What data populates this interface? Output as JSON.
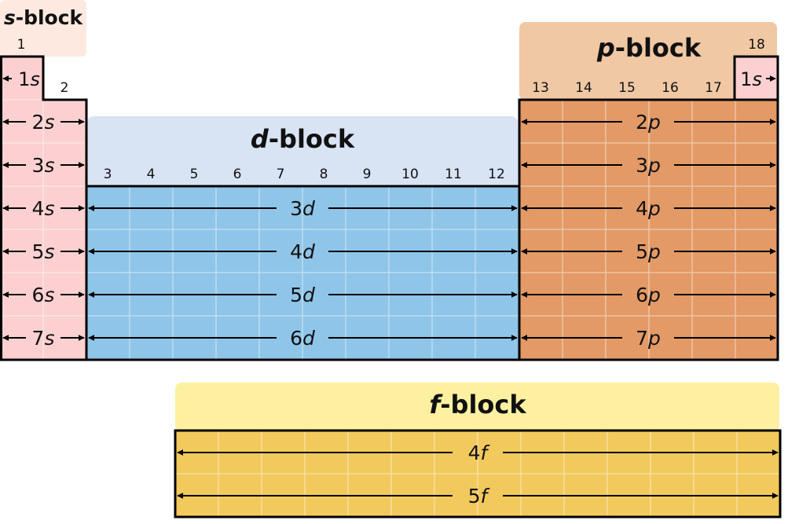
{
  "blocks": {
    "s": {
      "letter": "s",
      "suffix": "-block"
    },
    "p": {
      "letter": "p",
      "suffix": "-block"
    },
    "d": {
      "letter": "d",
      "suffix": "-block"
    },
    "f": {
      "letter": "f",
      "suffix": "-block"
    }
  },
  "groups": {
    "g1": "1",
    "g2": "2",
    "g3": "3",
    "g4": "4",
    "g5": "5",
    "g6": "6",
    "g7": "7",
    "g8": "8",
    "g9": "9",
    "g10": "10",
    "g11": "11",
    "g12": "12",
    "g13": "13",
    "g14": "14",
    "g15": "15",
    "g16": "16",
    "g17": "17",
    "g18": "18"
  },
  "orbitals": {
    "s_h": {
      "n": "1",
      "l": "s"
    },
    "s_he": {
      "n": "1",
      "l": "s"
    },
    "s2": {
      "n": "2",
      "l": "s"
    },
    "s3": {
      "n": "3",
      "l": "s"
    },
    "s4": {
      "n": "4",
      "l": "s"
    },
    "s5": {
      "n": "5",
      "l": "s"
    },
    "s6": {
      "n": "6",
      "l": "s"
    },
    "s7": {
      "n": "7",
      "l": "s"
    },
    "d3": {
      "n": "3",
      "l": "d"
    },
    "d4": {
      "n": "4",
      "l": "d"
    },
    "d5": {
      "n": "5",
      "l": "d"
    },
    "d6": {
      "n": "6",
      "l": "d"
    },
    "p2": {
      "n": "2",
      "l": "p"
    },
    "p3": {
      "n": "3",
      "l": "p"
    },
    "p4": {
      "n": "4",
      "l": "p"
    },
    "p5": {
      "n": "5",
      "l": "p"
    },
    "p6": {
      "n": "6",
      "l": "p"
    },
    "p7": {
      "n": "7",
      "l": "p"
    },
    "f4": {
      "n": "4",
      "l": "f"
    },
    "f5": {
      "n": "5",
      "l": "f"
    }
  },
  "colors": {
    "s_header": "#fde9df",
    "s_fill": "#fcd0d0",
    "p_header": "#f0c8a4",
    "p_fill": "#e39a66",
    "d_header": "#d8e3f4",
    "d_fill": "#8fc5e8",
    "f_header": "#fdf0a0",
    "f_fill": "#f2c95c",
    "grid_line": "#ffffff",
    "outline": "#000000"
  }
}
